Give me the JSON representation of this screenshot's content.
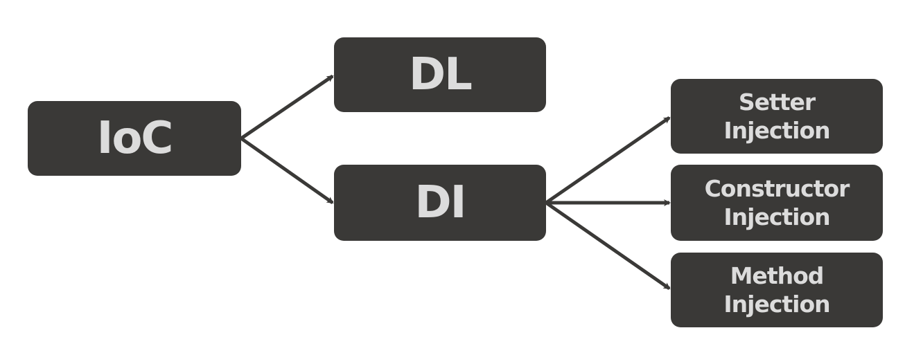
{
  "diagram": {
    "nodes": {
      "ioc": {
        "label": "IoC"
      },
      "dl": {
        "label": "DL"
      },
      "di": {
        "label": "DI"
      },
      "setter": {
        "line1": "Setter",
        "line2": "Injection"
      },
      "constructor": {
        "line1": "Constructor",
        "line2": "Injection"
      },
      "method": {
        "line1": "Method",
        "line2": "Injection"
      }
    },
    "edges": [
      {
        "from": "ioc",
        "to": "dl"
      },
      {
        "from": "ioc",
        "to": "di"
      },
      {
        "from": "di",
        "to": "setter"
      },
      {
        "from": "di",
        "to": "constructor"
      },
      {
        "from": "di",
        "to": "method"
      }
    ],
    "colors": {
      "box_fill": "#3a3937",
      "box_text": "#dcdcdc",
      "arrow": "#3a3937",
      "background": "#ffffff"
    }
  }
}
